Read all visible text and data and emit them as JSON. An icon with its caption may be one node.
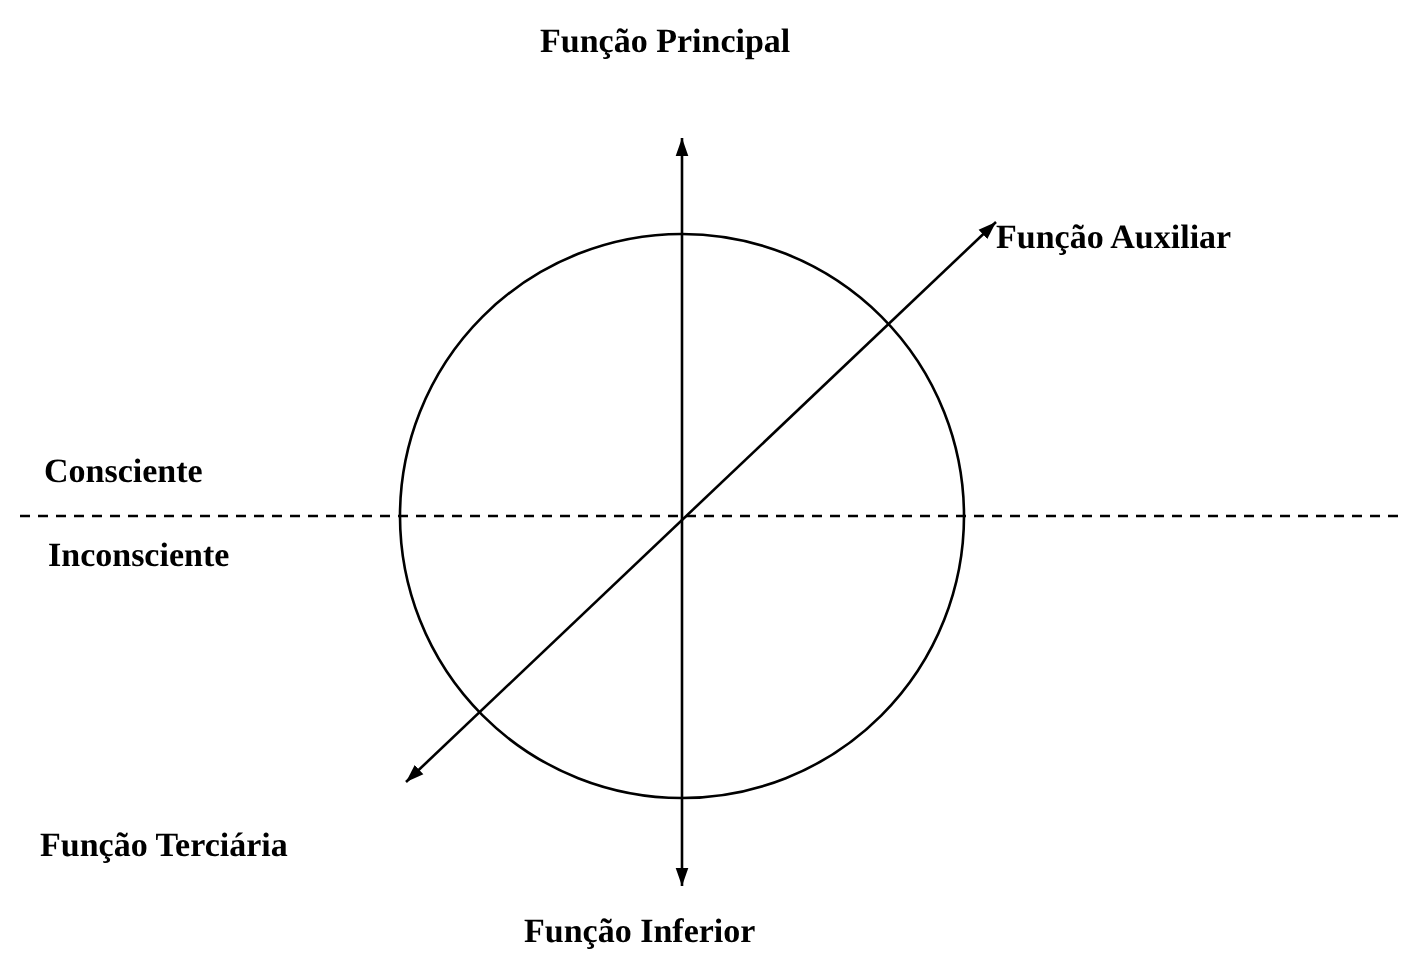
{
  "diagram": {
    "nodes": [
      {
        "text": [
          "Função Principal"
        ]
      },
      {
        "text": [
          "Função Auxiliar"
        ]
      },
      {
        "text": [
          "Função Terciária"
        ]
      },
      {
        "text": [
          "Função Inferior"
        ]
      }
    ],
    "edges": [
      {
        "from": 3,
        "to": 0,
        "arrow": "both"
      },
      {
        "from": 2,
        "to": 1,
        "arrow": "both"
      }
    ],
    "labels": [
      "Consciente",
      "Inconsciente"
    ]
  }
}
